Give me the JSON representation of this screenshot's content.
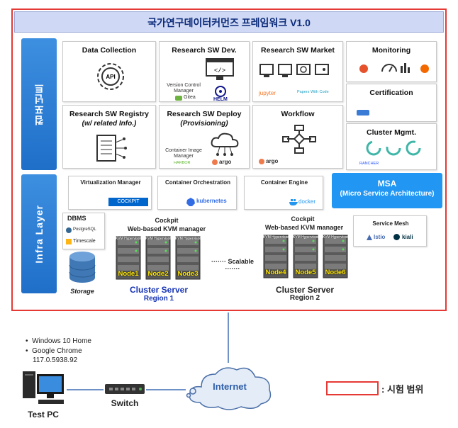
{
  "title": "국가연구데이터커먼즈 프레임워크 V1.0",
  "sidebar": {
    "components": "컴포넌트",
    "infra": "Infra Layer"
  },
  "components": {
    "data_collection": {
      "title": "Data Collection",
      "icon_label": "API"
    },
    "research_sw_dev": {
      "title": "Research SW Dev.",
      "vcm": "Version Control Manager",
      "gitea": "Gitea",
      "helm": "HELM"
    },
    "research_sw_market": {
      "title": "Research SW Market",
      "jupyter": "jupyter",
      "papers": "Papers With Code"
    },
    "monitoring": {
      "title": "Monitoring"
    },
    "certification": {
      "title": "Certification"
    },
    "cluster_mgmt": {
      "title": "Cluster Mgmt.",
      "rancher": "RANCHER"
    },
    "registry": {
      "title": "Research SW Registry",
      "subtitle": "(w/ related Info.)"
    },
    "deploy": {
      "title": "Research SW Deploy",
      "subtitle": "(Provisioning)",
      "cim": "Container Image Manager",
      "harbor": "HARBOR",
      "argo": "argo"
    },
    "workflow": {
      "title": "Workflow",
      "argo": "argo"
    }
  },
  "infra": {
    "virtualization": {
      "title": "Virtualization Manager",
      "brand": "COCKPIT"
    },
    "orchestration": {
      "title": "Container Orchestration",
      "brand": "kubernetes"
    },
    "engine": {
      "title": "Container Engine",
      "brand": "docker"
    },
    "msa": {
      "line1": "MSA",
      "line2": "(Micro Service Architecture)"
    },
    "service_mesh": {
      "title": "Service Mesh",
      "istio": "Istio",
      "kiali": "kiali"
    },
    "dbms": {
      "title": "DBMS",
      "pg": "PostgreSQL",
      "ts": "Timescale",
      "storage": "Storage"
    },
    "cockpit1": {
      "line1": "Cockpit",
      "line2": "Web-based KVM manager"
    },
    "cockpit2": {
      "line1": "Cockpit",
      "line2": "Web-based KVM manager"
    },
    "kvm_label": "KVM Hypervisor",
    "nodes_r1": [
      "Node1",
      "Node2",
      "Node3"
    ],
    "nodes_r2": [
      "Node4",
      "Node5",
      "Node6"
    ],
    "scalable": "Scalable",
    "cluster1": {
      "name": "Cluster Server",
      "region": "Region 1"
    },
    "cluster2": {
      "name": "Cluster Server",
      "region": "Region 2"
    }
  },
  "test_env": {
    "bullets": [
      "Windows 10 Home",
      "Google Chrome"
    ],
    "chrome_version": "117.0.5938.92",
    "pc_label": "Test PC",
    "switch_label": "Switch",
    "internet_label": "Internet"
  },
  "legend": {
    "label": ": 시험 범위"
  },
  "colors": {
    "frame": "#e53935",
    "accent_blue": "#2196f3",
    "node_label": "#ffe600",
    "cluster_text": "#1432b4"
  }
}
